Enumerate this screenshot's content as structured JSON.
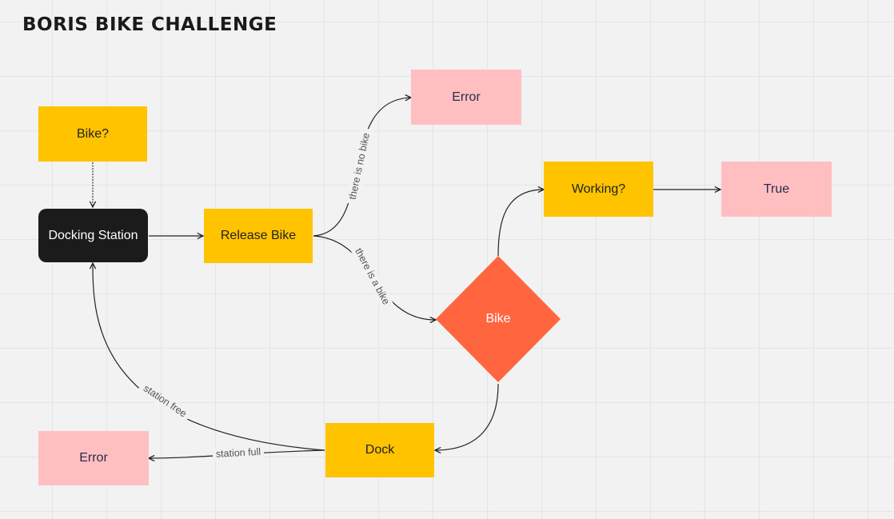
{
  "title": "BORIS BIKE CHALLENGE",
  "nodes": {
    "bike_question": "Bike?",
    "docking_station": "Docking Station",
    "release_bike": "Release Bike",
    "error_top": "Error",
    "working": "Working?",
    "true_node": "True",
    "bike_decision": "Bike",
    "dock": "Dock",
    "error_bottom": "Error"
  },
  "edges": {
    "no_bike": "there is no bike",
    "is_bike": "there is a bike",
    "station_free": "station free",
    "station_full": "station full"
  },
  "colors": {
    "yellow": "#ffc300",
    "pink": "#ffbfc1",
    "dark": "#1b1b1b",
    "orange": "#ff6640"
  }
}
